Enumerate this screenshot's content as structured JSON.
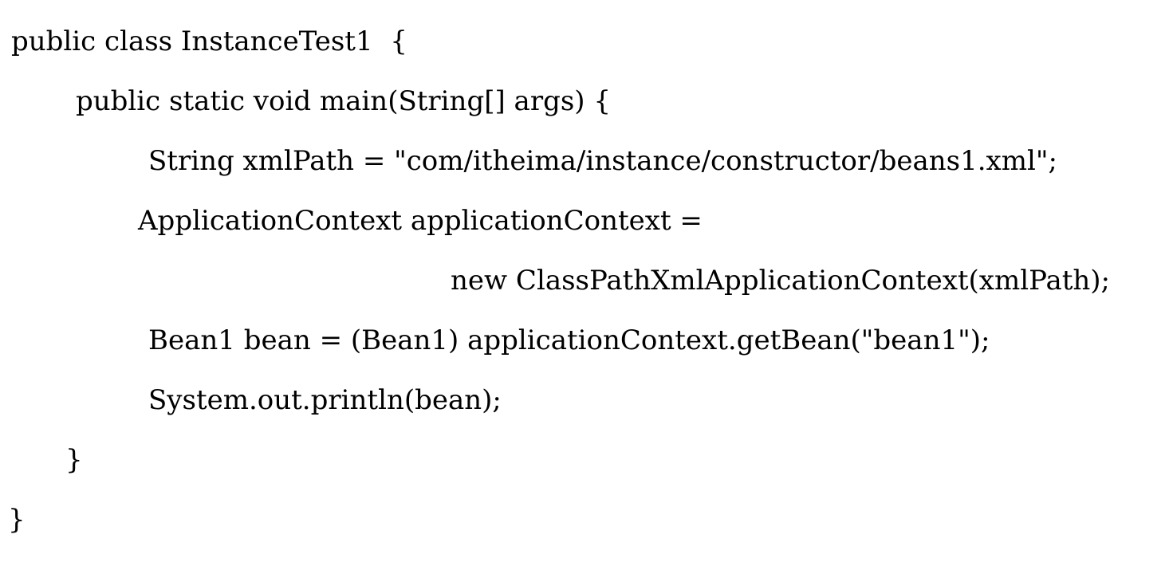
{
  "document": {
    "type": "code-snippet",
    "language": "java",
    "background_color": "#ffffff",
    "text_color": "#000000"
  },
  "code": {
    "class_name": "InstanceTest1",
    "lines": [
      {
        "text": "public class InstanceTest1  {"
      },
      {
        "text": "public static void main(String[] args) {"
      },
      {
        "text": "String xmlPath = \"com/itheima/instance/constructor/beans1.xml\";"
      },
      {
        "text": "ApplicationContext applicationContext ="
      },
      {
        "text": "new ClassPathXmlApplicationContext(xmlPath);"
      },
      {
        "text": "Bean1 bean = (Bean1) applicationContext.getBean(\"bean1\");"
      },
      {
        "text": "System.out.println(bean);"
      },
      {
        "text": "}"
      },
      {
        "text": "}"
      }
    ]
  }
}
